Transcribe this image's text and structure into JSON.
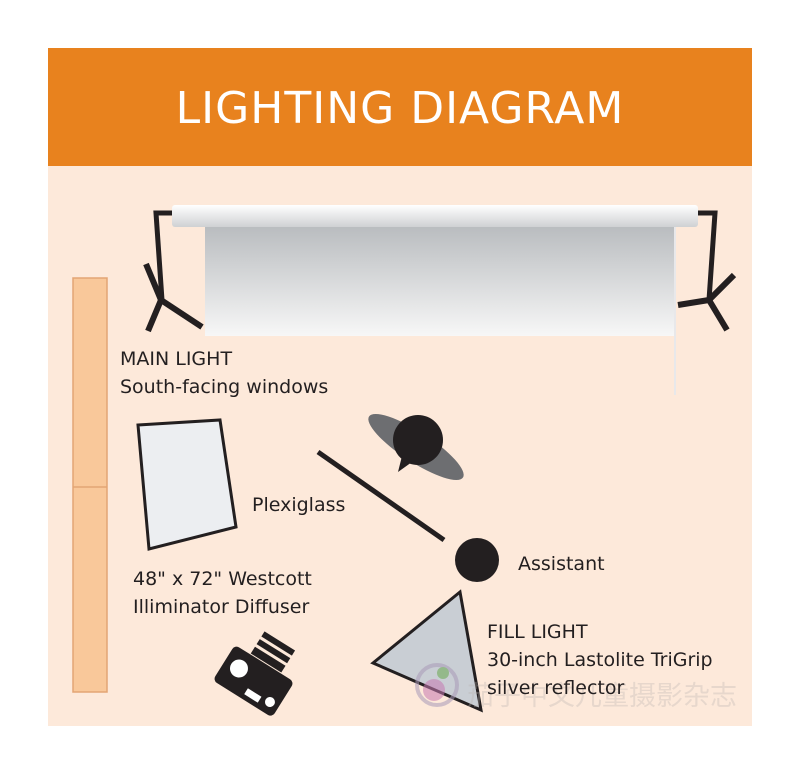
{
  "title": "LIGHTING DIAGRAM",
  "colors": {
    "header": "#e8821e",
    "background": "#fde9da",
    "window": "#f9c89a",
    "reflector": "#c9ced4"
  },
  "labels": {
    "main_light": "MAIN LIGHT",
    "main_light_desc": "South-facing windows",
    "plexiglass": "Plexiglass",
    "assistant": "Assistant",
    "diffuser_line1": "48\" x 72\" Westcott",
    "diffuser_line2": "Illiminator Diffuser",
    "fill_light": "FILL LIGHT",
    "fill_line1": "30-inch Lastolite TriGrip",
    "fill_line2": "silver reflector"
  },
  "watermark": "茄子中文儿童摄影杂志"
}
